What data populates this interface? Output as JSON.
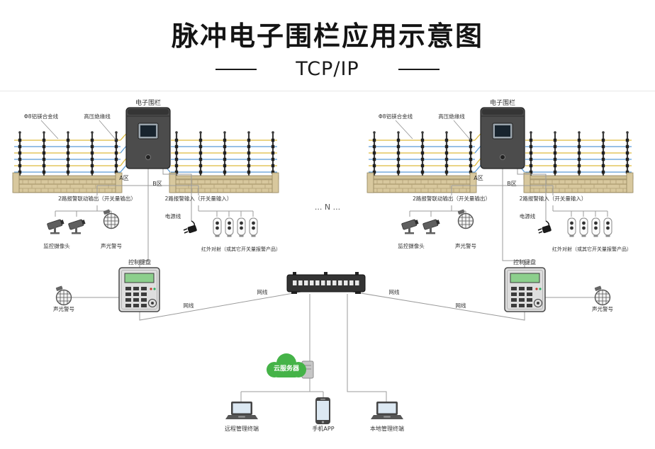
{
  "title": "脉冲电子围栏应用示意图",
  "subtitle": "TCP/IP",
  "colors": {
    "green": "#45b348",
    "wire-yellow": "#ddbb3f",
    "wire-blue": "#5b9bd5",
    "line": "#9b9b9b"
  },
  "center": {
    "n_more": "... N ...",
    "cloud": "云服务器",
    "cable_left_outer": "网线",
    "cable_left_inner": "网线",
    "cable_right_inner": "网线",
    "cable_right_outer": "网线"
  },
  "terminals": {
    "remote": "远程管理终端",
    "app": "手机APP",
    "local": "本地管理终端"
  },
  "groups": [
    {
      "controller": "电子围栏",
      "alloy_wire": "Φ8铝镁合金线",
      "hv_wire": "高压绝缘线",
      "zone_a": "A区",
      "zone_b": "B区",
      "alarm_out": "2路报警联动输出（开关量输出）",
      "alarm_in": "2路报警输入（开关量输入）",
      "power": "电源线",
      "camera": "监控摄像头",
      "siren": "声光警号",
      "infrared": "红外对射（或其它开关量报警产品）",
      "keypad": "控制键盘",
      "siren2": "声光警号"
    },
    {
      "controller": "电子围栏",
      "alloy_wire": "Φ8铝镁合金线",
      "hv_wire": "高压绝缘线",
      "zone_a": "A区",
      "zone_b": "B区",
      "alarm_out": "2路报警联动输出（开关量输出）",
      "alarm_in": "2路报警输入（开关量输入）",
      "power": "电源线",
      "camera": "监控摄像头",
      "siren": "声光警号",
      "infrared": "红外对射（或其它开关量报警产品）",
      "keypad": "控制键盘",
      "siren2": "声光警号"
    }
  ]
}
